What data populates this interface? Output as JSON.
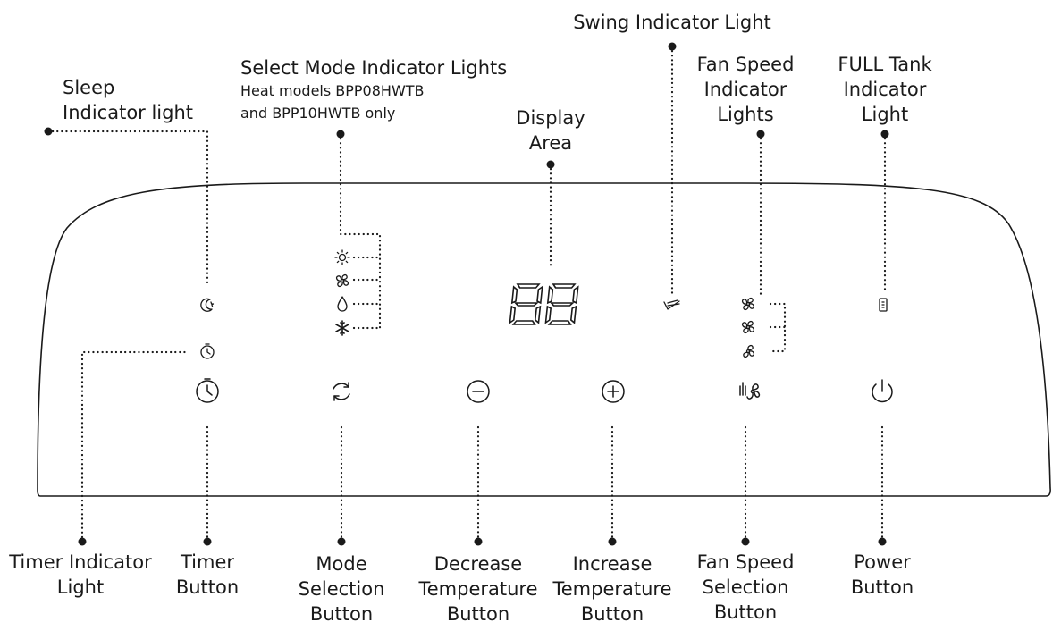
{
  "labels": {
    "sleep": [
      "Sleep",
      "Indicator light"
    ],
    "select_mode": [
      "Select Mode Indicator Lights"
    ],
    "select_mode_note": [
      "Heat models BPP08HWTB",
      "and BPP10HWTB only"
    ],
    "display_area": [
      "Display",
      "Area"
    ],
    "swing": [
      "Swing Indicator Light"
    ],
    "fan_speed_lights": [
      "Fan Speed",
      "Indicator",
      "Lights"
    ],
    "full_tank": [
      "FULL Tank",
      "Indicator",
      "Light"
    ],
    "timer_indicator": [
      "Timer Indicator",
      "Light"
    ],
    "timer_button": [
      "Timer",
      "Button"
    ],
    "mode_button": [
      "Mode",
      "Selection",
      "Button"
    ],
    "decrease_button": [
      "Decrease",
      "Temperature",
      "Button"
    ],
    "increase_button": [
      "Increase",
      "Temperature",
      "Button"
    ],
    "fan_speed_button": [
      "Fan Speed",
      "Selection",
      "Button"
    ],
    "power_button": [
      "Power",
      "Button"
    ]
  },
  "display": {
    "digits": "88"
  },
  "icons": {
    "sleep": "moon-star-icon",
    "timer_light": "clock-icon",
    "heat": "sun-icon",
    "fan": "fan-icon",
    "dry": "droplet-icon",
    "cool": "snowflake-icon",
    "swing": "swing-icon",
    "fan_high": "fan-icon",
    "fan_mid": "fan-icon",
    "fan_low": "fan-icon",
    "full_tank": "tank-icon",
    "timer_button": "clock-icon",
    "mode_button": "cycle-arrows-icon",
    "decrease_button": "minus-circle-icon",
    "increase_button": "plus-circle-icon",
    "fan_speed_button": "fan-speed-icon",
    "power_button": "power-icon"
  },
  "colors": {
    "ink": "#1a1a1a"
  }
}
